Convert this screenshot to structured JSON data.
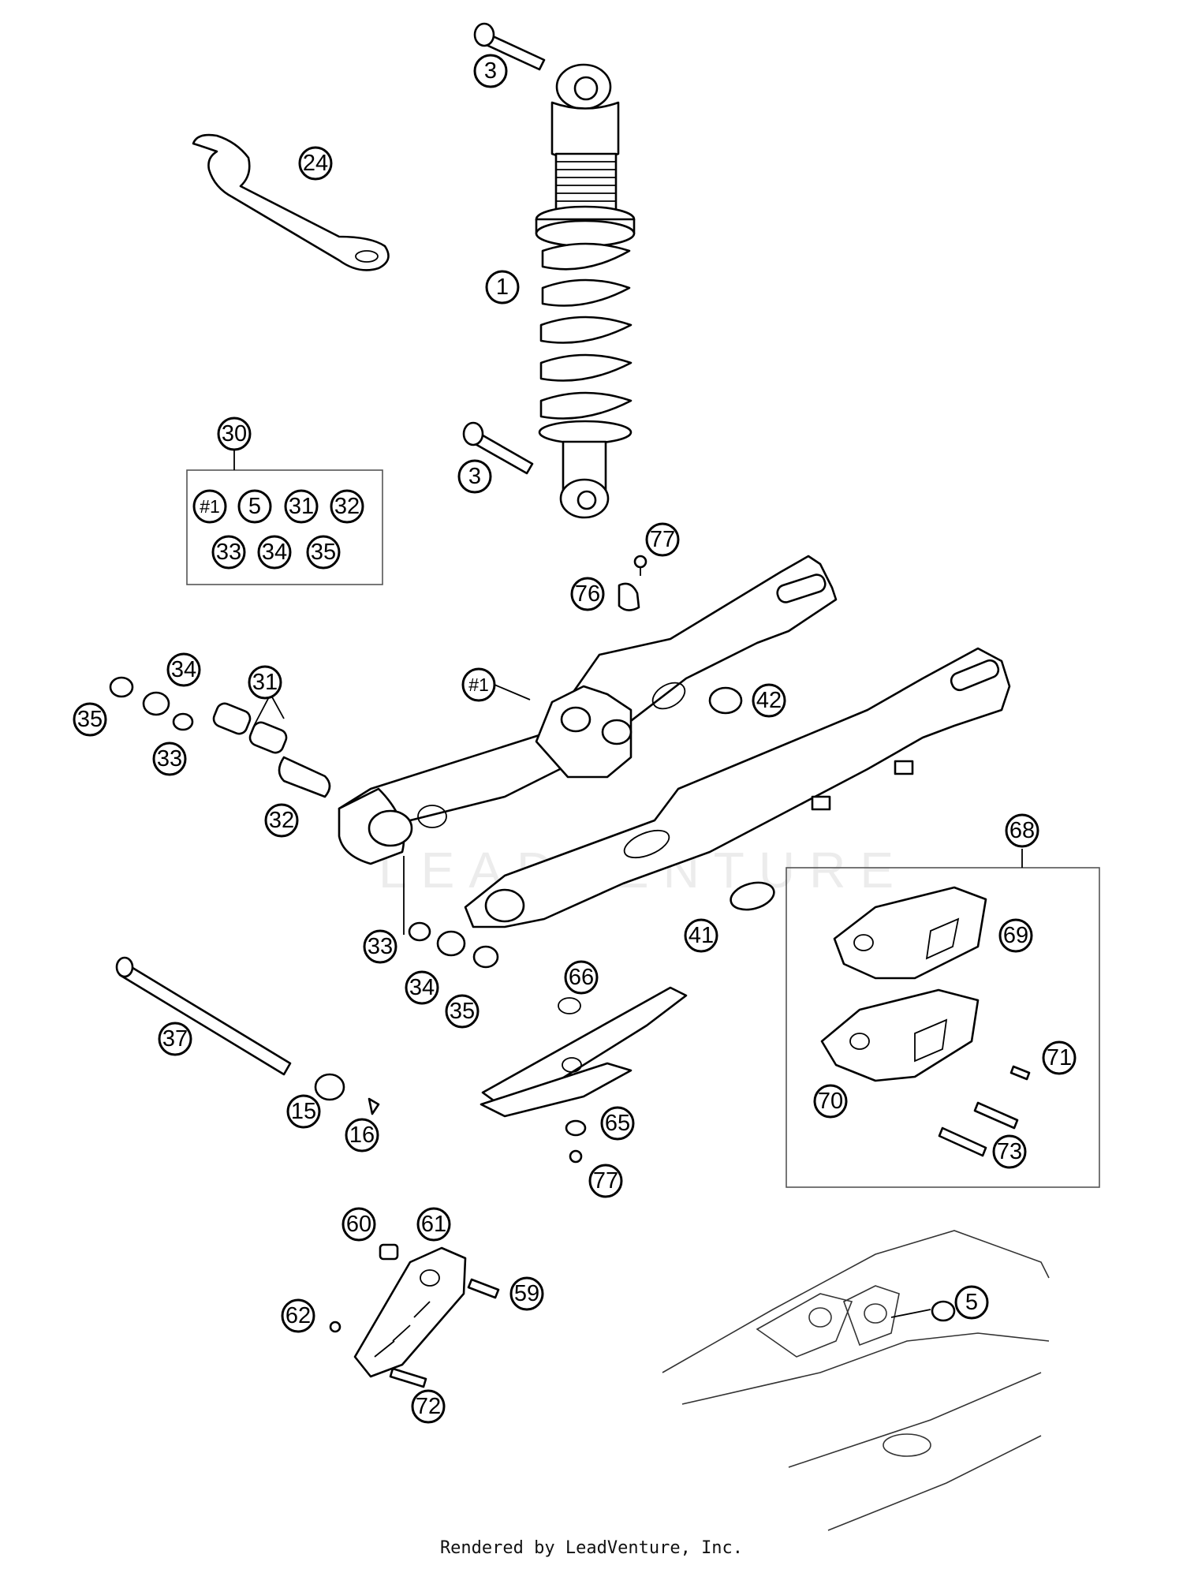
{
  "diagram": {
    "callouts": {
      "c1": "1",
      "c3a": "3",
      "c3b": "3",
      "c5": "5",
      "c15": "15",
      "c16": "16",
      "c24": "24",
      "c30": "30",
      "c31": "31",
      "c32": "32",
      "c33a": "33",
      "c33b": "33",
      "c34a": "34",
      "c34b": "34",
      "c35a": "35",
      "c35b": "35",
      "c37": "37",
      "c41": "41",
      "c42": "42",
      "c59": "59",
      "c60": "60",
      "c61": "61",
      "c62": "62",
      "c65": "65",
      "c66": "66",
      "c68": "68",
      "c69": "69",
      "c70": "70",
      "c71": "71",
      "c72": "72",
      "c73": "73",
      "c76": "76",
      "c77a": "77",
      "c77b": "77",
      "cswing": "#1"
    },
    "kit30": {
      "items": [
        "#1",
        "5",
        "31",
        "32",
        "33",
        "34",
        "35"
      ]
    },
    "watermark": "LEADVENTURE",
    "footer": "Rendered by LeadVenture, Inc."
  }
}
